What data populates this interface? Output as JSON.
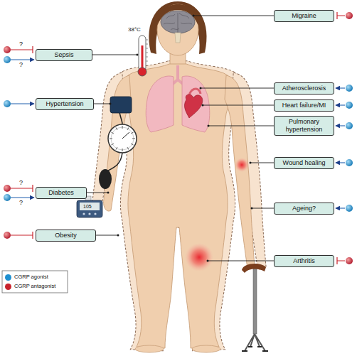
{
  "diagram": {
    "nodes": [
      {
        "text": [
          "Migraine"
        ]
      },
      {
        "text": [
          "Sepsis"
        ]
      },
      {
        "text": [
          "Atherosclerosis"
        ]
      },
      {
        "text": [
          "Hypertension"
        ]
      },
      {
        "text": [
          "Heart failure/MI"
        ]
      },
      {
        "text": [
          "Pulmonary hypertension"
        ]
      },
      {
        "text": [
          "Wound healing"
        ]
      },
      {
        "text": [
          "Diabetes"
        ]
      },
      {
        "text": [
          "Ageing?"
        ]
      },
      {
        "text": [
          "Obesity"
        ]
      },
      {
        "text": [
          "Arthritis"
        ]
      }
    ],
    "labels": [
      "38°C",
      "?",
      "?",
      "?",
      "?",
      "105"
    ],
    "legend": [
      {
        "text": "CGRP agonist",
        "color": "#1f8fd0"
      },
      {
        "text": "CGRP antagonist",
        "color": "#c8232c"
      }
    ]
  }
}
